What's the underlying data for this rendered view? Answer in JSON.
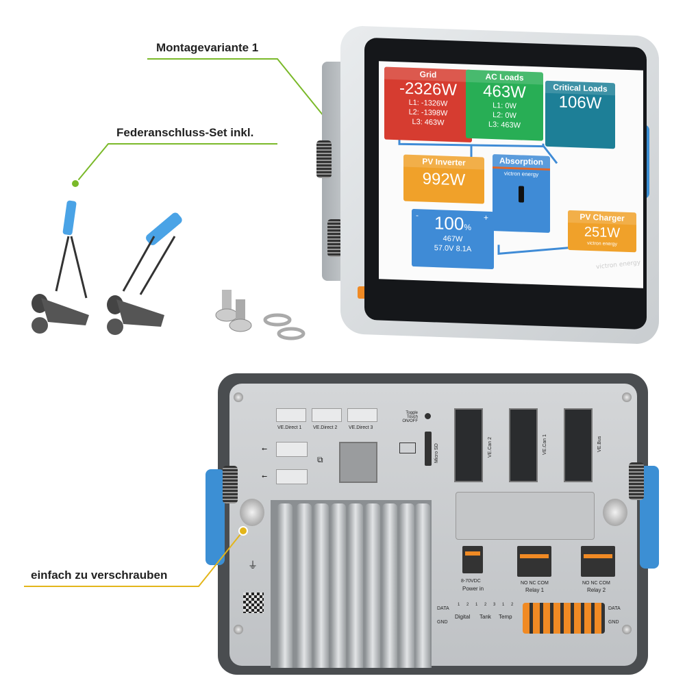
{
  "callouts": {
    "mounting": "Montagevariante 1",
    "spring_set": "Federanschluss-Set inkl.",
    "screw": "einfach zu verschrauben"
  },
  "colors": {
    "green_line": "#7ab929",
    "yellow_line": "#e3b51a",
    "grid": "#d63c30",
    "ac": "#28ae55",
    "critical": "#1d7f97",
    "pv": "#f0a12a",
    "battery": "#3f8bd6"
  },
  "screen": {
    "grid": {
      "title": "Grid",
      "total": "-2326W",
      "l1": "L1: -1326W",
      "l2": "L2: -1398W",
      "l3": "L3: 463W"
    },
    "ac_loads": {
      "title": "AC Loads",
      "total": "463W",
      "l1": "L1: 0W",
      "l2": "L2: 0W",
      "l3": "L3: 463W"
    },
    "critical": {
      "title": "Critical Loads",
      "total": "106W"
    },
    "pv_inverter": {
      "title": "PV Inverter",
      "total": "992W"
    },
    "inverter": {
      "title": "Absorption",
      "brand": "victron energy"
    },
    "battery": {
      "soc": "100",
      "unit": "%",
      "power": "467W",
      "voltage": "57.0V",
      "current": "8.1A",
      "minus": "-",
      "plus": "+"
    },
    "pv_charger": {
      "title": "PV Charger",
      "total": "251W",
      "brand": "victron energy"
    },
    "bezel_brand": "victron energy"
  },
  "rear": {
    "ve_direct": [
      "VE.Direct 1",
      "VE.Direct 2",
      "VE.Direct 3"
    ],
    "toggle": "Toggle Touch ON/OFF",
    "micro_sd": "Micro SD",
    "ve_can2": "VE.Can 2",
    "ve_can1": "VE.Can 1",
    "ve_bus": "VE.Bus",
    "power_voltage": "8-70VDC",
    "power_in": "Power in",
    "relay_pins": "NO  NC  COM",
    "relay1": "Relay 1",
    "relay2": "Relay 2",
    "data": "DATA",
    "gnd": "GND",
    "digital": "Digital",
    "tank": "Tank",
    "temp": "Temp",
    "io_numbers": "1 2 1 2 3 1 2"
  }
}
